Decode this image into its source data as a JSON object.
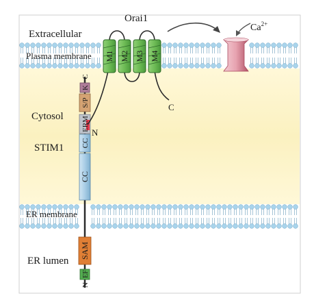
{
  "labels": {
    "orai1": "Orai1",
    "extracellular": "Extracellular",
    "plasma_membrane": "Plasma membrane",
    "cytosol": "Cytosol",
    "stim1": "STIM1",
    "er_membrane": "ER membrane",
    "er_lumen": "ER lumen",
    "ca_base": "Ca",
    "ca_sup": "2+"
  },
  "orai1_helices": [
    "M1",
    "M2",
    "M3",
    "M4"
  ],
  "orai1_terminals": {
    "n": "N",
    "c": "C"
  },
  "stim1_segments": {
    "c_term": "C",
    "k": "K",
    "sp": "S/P",
    "erm": "ERM",
    "cc1": "CC",
    "cc2": "CC",
    "sam": "SAM",
    "ef": "EF",
    "n_term": "N"
  },
  "colors": {
    "cytosol_fill": "#fbf3c6",
    "lipid_head": "#a9d4ec",
    "lipid_tail": "#8fb5cc",
    "helix_fill": "#6dbb55",
    "helix_stroke": "#2f6b2a",
    "channel_fill": "#e6a6b2",
    "channel_dark": "#a8485c",
    "cc_fill": "#a9cde6",
    "erm_fill": "#bfc4cc",
    "sp_fill": "#d5a373",
    "k_fill": "#b07e9a",
    "sam_fill": "#e07f35",
    "ef_fill": "#53ad50",
    "n_mark": "#e5384b"
  }
}
